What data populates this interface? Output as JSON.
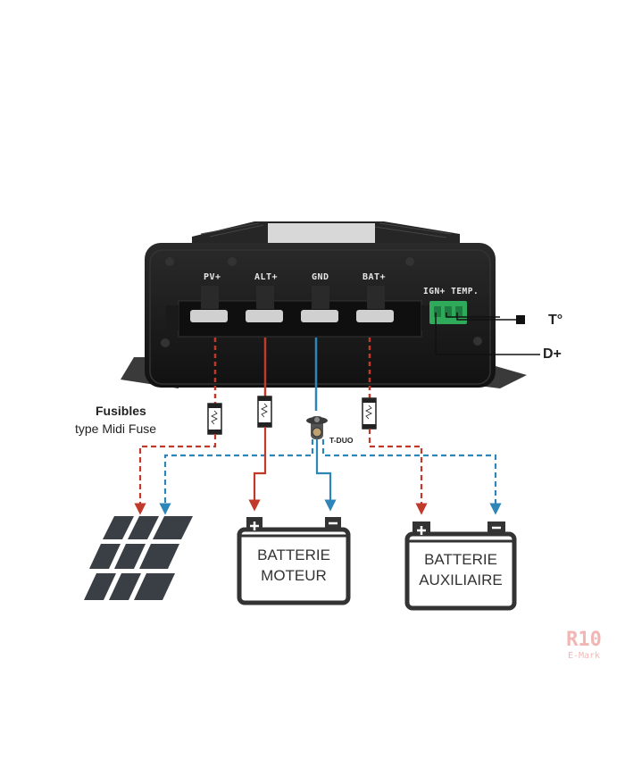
{
  "terminals": {
    "pv": "PV+",
    "alt": "ALT+",
    "gnd": "GND",
    "bat": "BAT+",
    "ign_temp": "IGN+ TEMP."
  },
  "outputs": {
    "temperature": "T°",
    "d_plus": "D+"
  },
  "fuses": {
    "title": "Fusibles",
    "subtitle": "type Midi Fuse"
  },
  "t_duo": "T-DUO",
  "battery_engine": {
    "line1": "BATTERIE",
    "line2": "MOTEUR"
  },
  "battery_aux": {
    "line1": "BATTERIE",
    "line2": "AUXILIAIRE"
  },
  "watermark": {
    "line1": "R10",
    "line2": "E-Mark"
  },
  "colors": {
    "positive": "#c0392b",
    "negative": "#2e86b8",
    "device_body": "#1a1a1a",
    "connector": "#2eaa5a",
    "battery_outline": "#333333",
    "panel": "#3a3f45"
  }
}
